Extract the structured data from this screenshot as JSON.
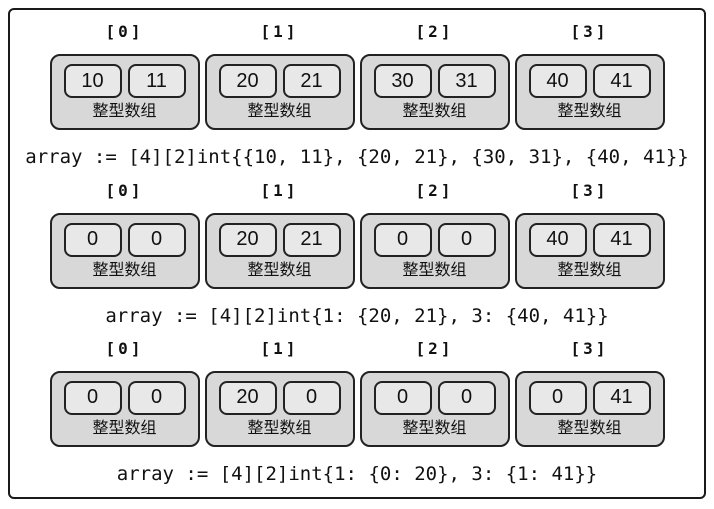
{
  "colors": {
    "frame_border": "#1a1a1a",
    "box_fill": "#d8d8d8",
    "cell_fill": "#e8e8e8",
    "box_border": "#222222",
    "text": "#111111",
    "background": "#ffffff"
  },
  "sections": [
    {
      "indices": [
        "[0]",
        "[1]",
        "[2]",
        "[3]"
      ],
      "boxes": [
        {
          "cells": [
            "10",
            "11"
          ],
          "label": "整型数组"
        },
        {
          "cells": [
            "20",
            "21"
          ],
          "label": "整型数组"
        },
        {
          "cells": [
            "30",
            "31"
          ],
          "label": "整型数组"
        },
        {
          "cells": [
            "40",
            "41"
          ],
          "label": "整型数组"
        }
      ],
      "code": "array := [4][2]int{{10, 11}, {20, 21}, {30, 31}, {40, 41}}"
    },
    {
      "indices": [
        "[0]",
        "[1]",
        "[2]",
        "[3]"
      ],
      "boxes": [
        {
          "cells": [
            "0",
            "0"
          ],
          "label": "整型数组"
        },
        {
          "cells": [
            "20",
            "21"
          ],
          "label": "整型数组"
        },
        {
          "cells": [
            "0",
            "0"
          ],
          "label": "整型数组"
        },
        {
          "cells": [
            "40",
            "41"
          ],
          "label": "整型数组"
        }
      ],
      "code": "array := [4][2]int{1: {20, 21}, 3: {40, 41}}"
    },
    {
      "indices": [
        "[0]",
        "[1]",
        "[2]",
        "[3]"
      ],
      "boxes": [
        {
          "cells": [
            "0",
            "0"
          ],
          "label": "整型数组"
        },
        {
          "cells": [
            "20",
            "0"
          ],
          "label": "整型数组"
        },
        {
          "cells": [
            "0",
            "0"
          ],
          "label": "整型数组"
        },
        {
          "cells": [
            "0",
            "41"
          ],
          "label": "整型数组"
        }
      ],
      "code": "array := [4][2]int{1: {0: 20}, 3: {1: 41}}"
    }
  ]
}
